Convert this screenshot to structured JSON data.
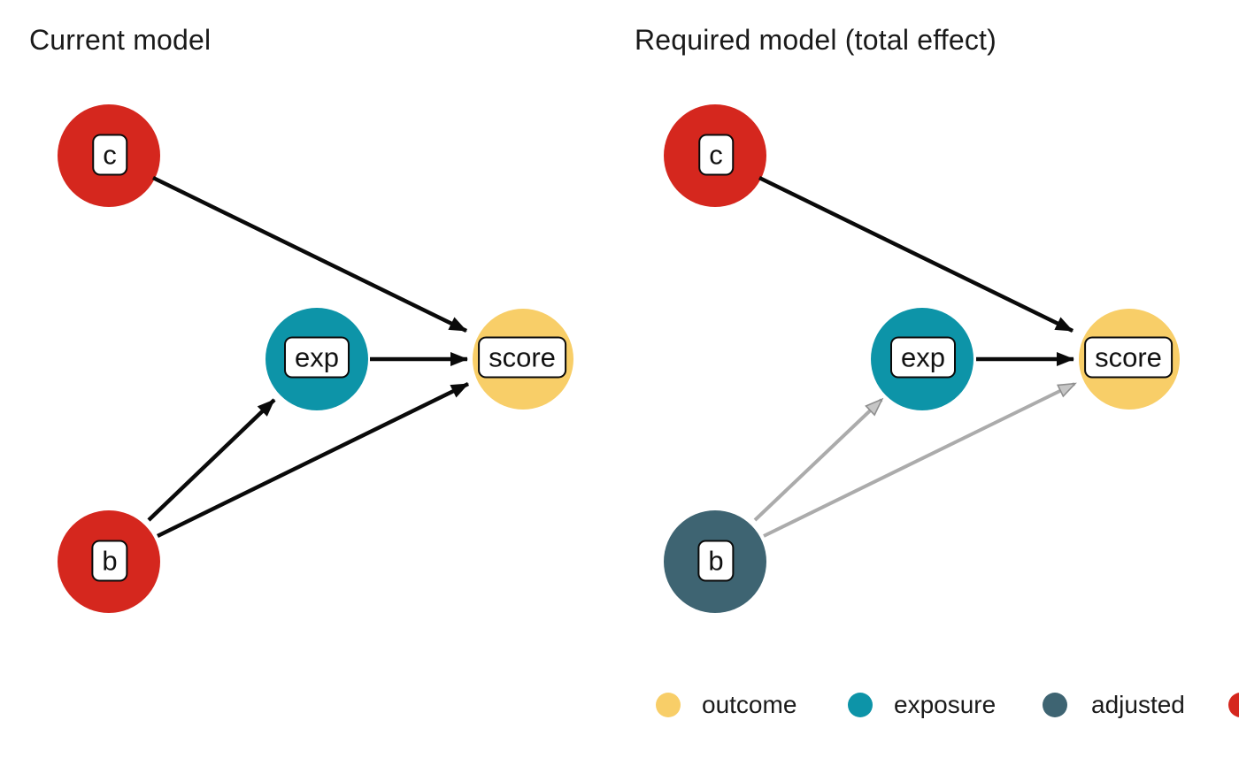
{
  "colors": {
    "outcome": "#F8CE68",
    "exposure": "#0D94A8",
    "adjusted": "#3E6472",
    "other": "#D5271E",
    "edge_direct": "#0A0A0A",
    "edge_adjusted": "#ABABAB",
    "label_box_bg": "#FFFFFF",
    "label_box_border": "#0A0A0A",
    "title_text": "#1A1A1A"
  },
  "panels": [
    {
      "title": "Current model",
      "nodes": [
        {
          "id": "c",
          "label": "c",
          "role": "other"
        },
        {
          "id": "b",
          "label": "b",
          "role": "other"
        },
        {
          "id": "exp",
          "label": "exp",
          "role": "exposure"
        },
        {
          "id": "score",
          "label": "score",
          "role": "outcome"
        }
      ],
      "edges": [
        {
          "from": "c",
          "to": "score",
          "style": "direct"
        },
        {
          "from": "exp",
          "to": "score",
          "style": "direct"
        },
        {
          "from": "b",
          "to": "exp",
          "style": "direct"
        },
        {
          "from": "b",
          "to": "score",
          "style": "direct"
        }
      ]
    },
    {
      "title": "Required model (total effect)",
      "nodes": [
        {
          "id": "c",
          "label": "c",
          "role": "other"
        },
        {
          "id": "b",
          "label": "b",
          "role": "adjusted"
        },
        {
          "id": "exp",
          "label": "exp",
          "role": "exposure"
        },
        {
          "id": "score",
          "label": "score",
          "role": "outcome"
        }
      ],
      "edges": [
        {
          "from": "c",
          "to": "score",
          "style": "direct"
        },
        {
          "from": "exp",
          "to": "score",
          "style": "direct"
        },
        {
          "from": "b",
          "to": "exp",
          "style": "adjusted"
        },
        {
          "from": "b",
          "to": "score",
          "style": "adjusted"
        }
      ]
    }
  ],
  "legend": {
    "items": [
      {
        "label": "outcome",
        "color_key": "outcome"
      },
      {
        "label": "exposure",
        "color_key": "exposure"
      },
      {
        "label": "adjusted",
        "color_key": "adjusted"
      },
      {
        "label": "",
        "color_key": "other"
      }
    ]
  }
}
